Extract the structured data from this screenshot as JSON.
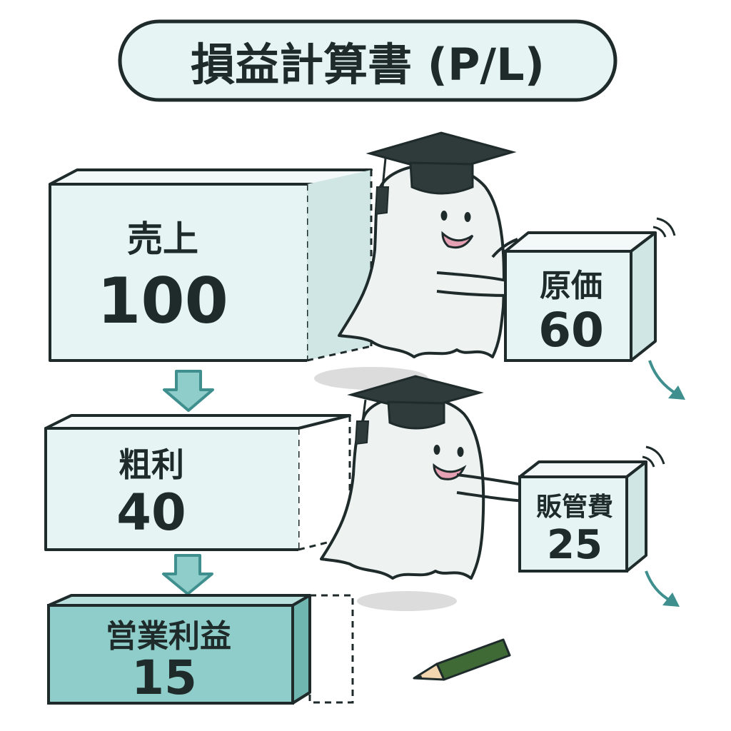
{
  "title": "損益計算書 (P/L)",
  "blocks": {
    "sales": {
      "label": "売上",
      "value": "100"
    },
    "gross_profit": {
      "label": "粗利",
      "value": "40"
    },
    "operating_profit": {
      "label": "営業利益",
      "value": "15"
    }
  },
  "deductions": {
    "cost_of_sales": {
      "label": "原価",
      "value": "60"
    },
    "sga": {
      "label": "販管費",
      "value": "25"
    }
  },
  "colors": {
    "outline": "#1f2b2b",
    "box_fill": "#e6f4f3",
    "box_side": "#cfe6e4",
    "accent_teal": "#3f8f8f",
    "operating_fill": "#8ecdc9",
    "hat": "#2f3a3a",
    "ghost": "#eef3f2",
    "mouth": "#e7a1b5",
    "pencil": "#3f6a35"
  }
}
